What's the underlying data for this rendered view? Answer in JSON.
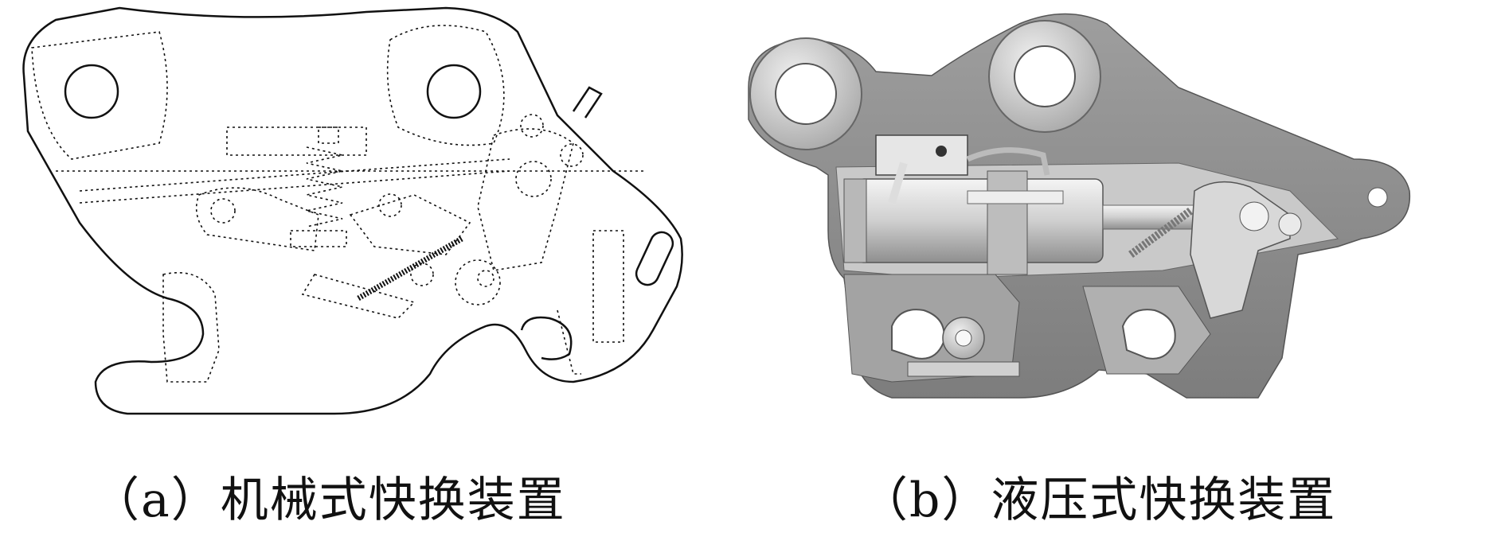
{
  "figures": [
    {
      "caption": "（a）机械式快换装置",
      "style": "line-drawing"
    },
    {
      "caption": "（b）液压式快换装置",
      "style": "shaded-render"
    }
  ],
  "colors": {
    "line": "#111111",
    "metal_dark": "#8a8a8a",
    "metal_mid": "#b5b5b5",
    "metal_light": "#e2e2e2"
  }
}
